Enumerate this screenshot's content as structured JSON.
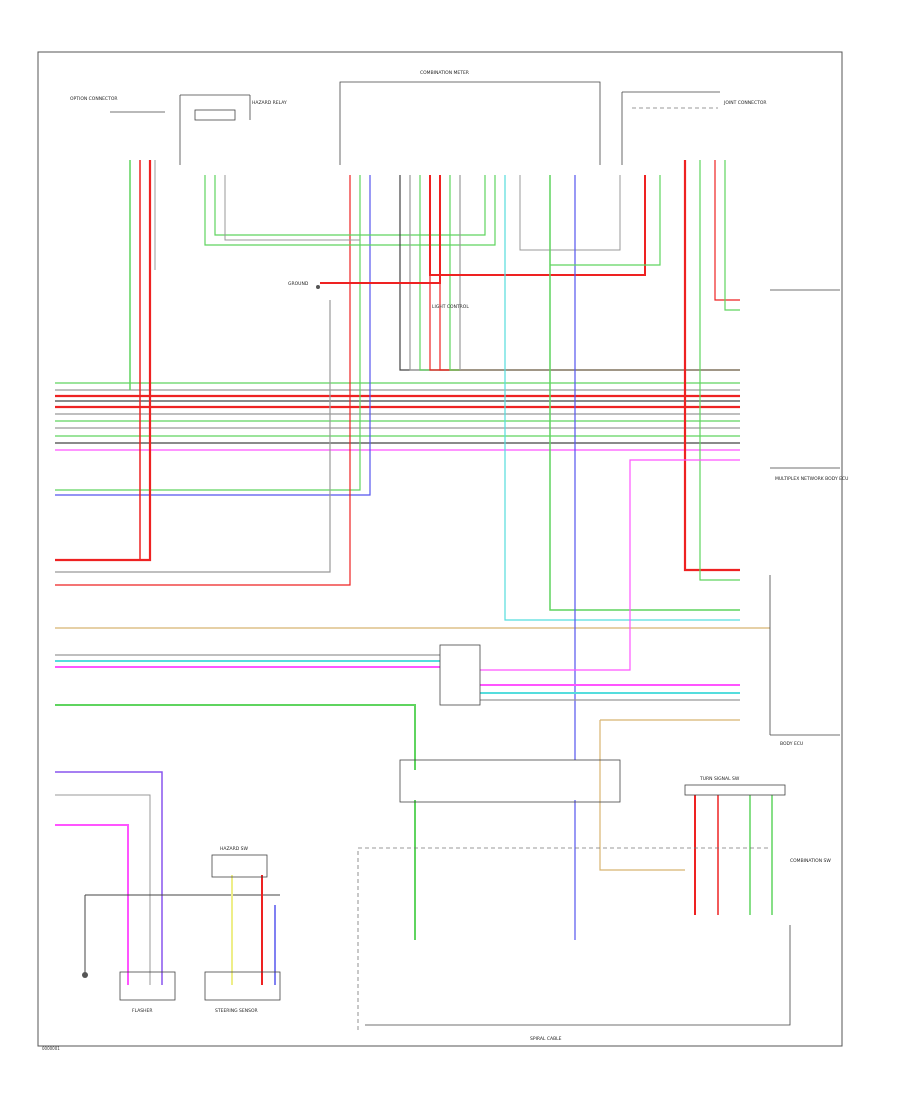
{
  "footer": {
    "code": "0000001"
  },
  "labels": {
    "connector_left_top": "OPTION CONNECTOR",
    "hazard_relay": "HAZARD RELAY",
    "hazard_switch": "HAZARD SW",
    "main_ecu": "COMBINATION METER",
    "connector_right_top": "JOINT CONNECTOR",
    "light_control": "LIGHT CONTROL",
    "turn_signal_switch": "TURN SIGNAL SW",
    "ground_point": "GROUND",
    "bottom_left_module": "FLASHER",
    "bottom_mid_module": "STEERING SENSOR",
    "spiral_cable": "SPIRAL CABLE",
    "combination_switch": "COMBINATION SW",
    "right_module_1": "MULTIPLEX NETWORK BODY ECU",
    "right_module_2": "BODY ECU"
  },
  "colors": {
    "green": "#5fd45f",
    "red": "#ee2222",
    "pink": "#ff55ff",
    "blue": "#5555ee",
    "cyan": "#55dddd",
    "gray": "#999999",
    "dark": "#444444",
    "tan": "#d8b470",
    "purple": "#8855ee"
  }
}
